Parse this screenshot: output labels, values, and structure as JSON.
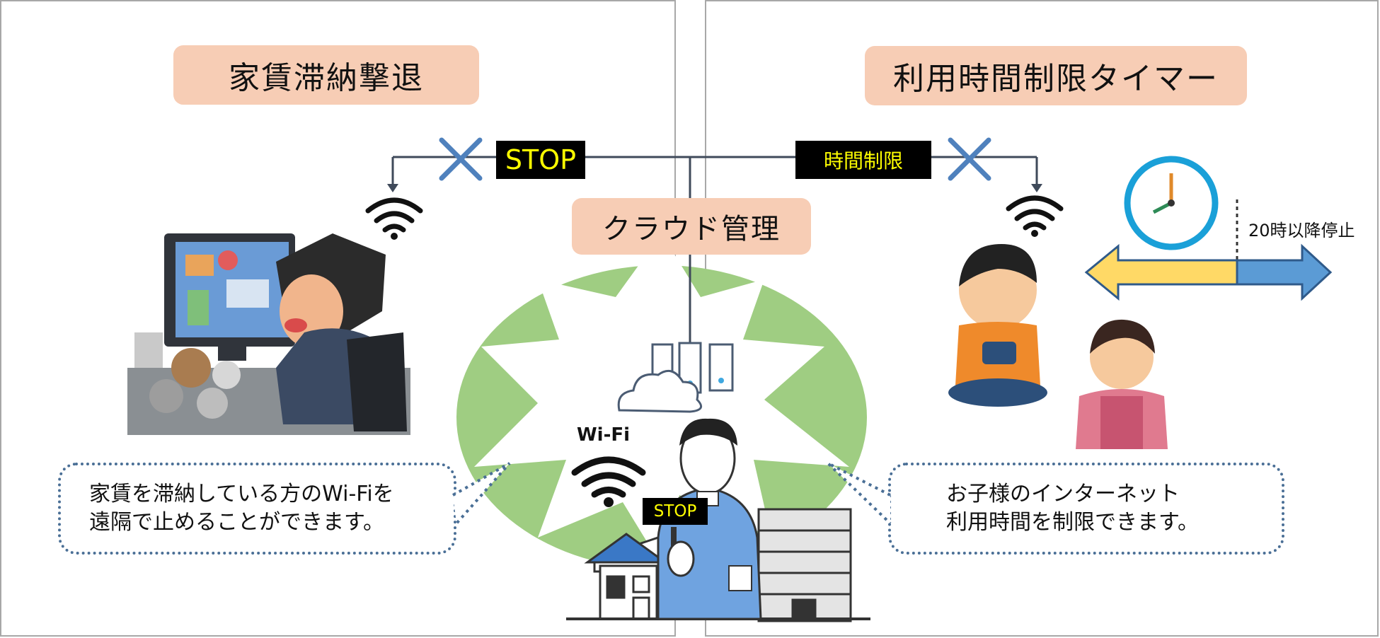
{
  "left": {
    "title": "家賃滞納撃退",
    "stop_label": "STOP",
    "bubble_lines": [
      "家賃を滞納している方のWi-Fiを",
      "遠隔で止めることができます。"
    ]
  },
  "center": {
    "title": "クラウド管理",
    "wifi_label": "Wi-Fi",
    "sign_label": "STOP"
  },
  "right": {
    "title": "利用時間制限タイマー",
    "limit_label": "時間制限",
    "cutoff_label": "20時以降停止",
    "bubble_lines": [
      "お子様のインターネット",
      "利用時間を制限できます。"
    ]
  },
  "colors": {
    "pill": "#f7cdb5",
    "burst": "#9fcd82",
    "bubble_border": "#4a6f96",
    "cross": "#4f81bd",
    "stop_text": "#ffff00",
    "arrow_yellow": "#ffd966",
    "arrow_blue": "#5b9bd5"
  },
  "icons": [
    "cross-icon",
    "wifi-icon",
    "clock-icon",
    "server-icon",
    "cloud-icon",
    "house-icon",
    "apartment-icon"
  ]
}
